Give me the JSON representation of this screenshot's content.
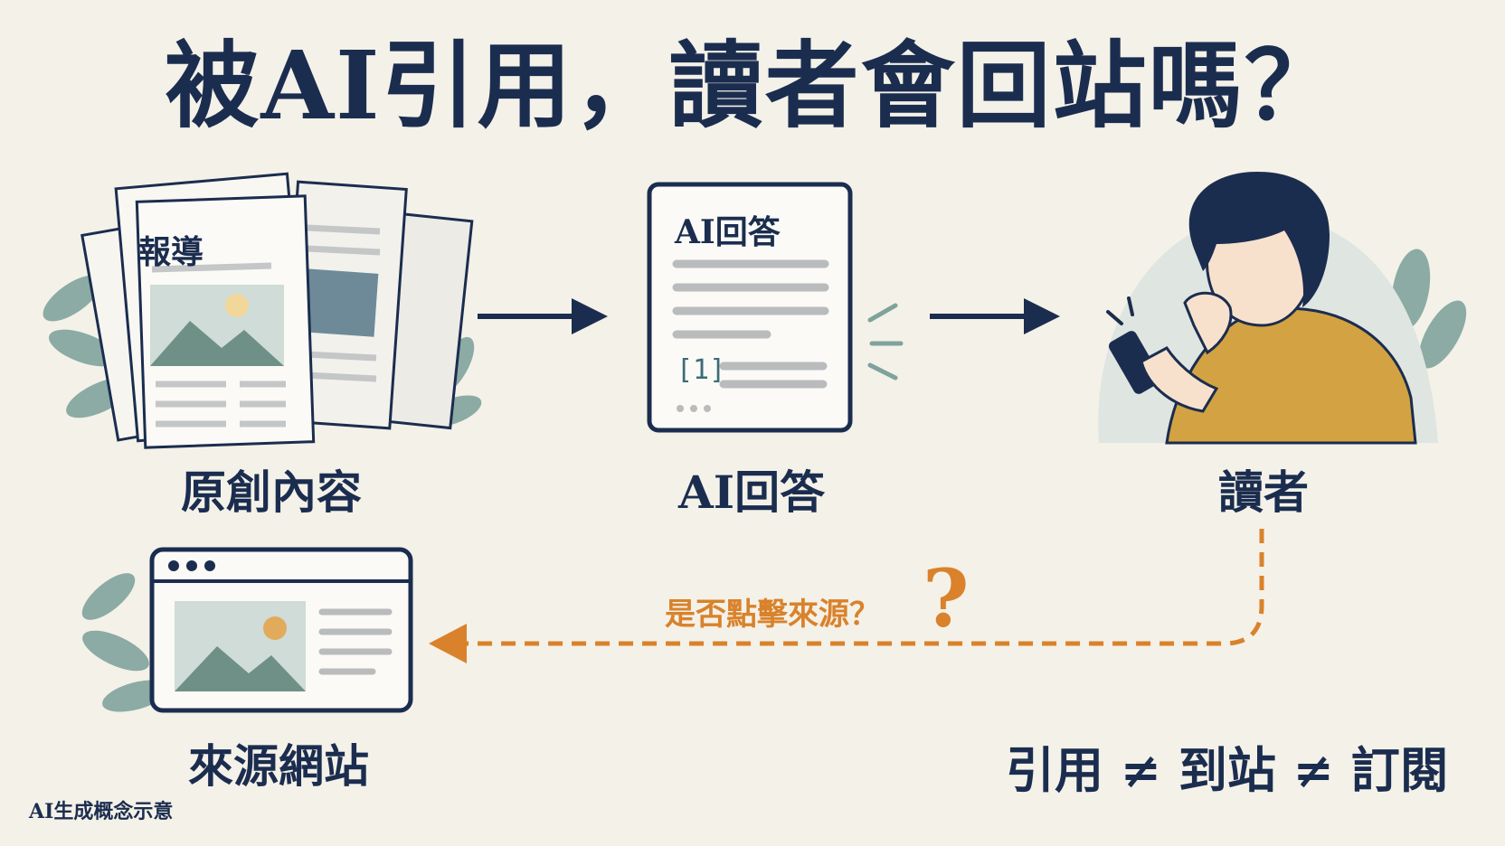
{
  "title": "被AI引用，讀者會回站嗎？",
  "nodes": {
    "original": {
      "label": "原創內容",
      "paper_heading": "報導"
    },
    "ai_answer": {
      "label": "AI回答",
      "card_heading": "AI回答",
      "citation": "[1]"
    },
    "reader": {
      "label": "讀者"
    },
    "source_site": {
      "label": "來源網站"
    }
  },
  "flow": {
    "question": "是否點擊來源？",
    "question_mark": "?"
  },
  "formula": "引用 ≠ 到站 ≠ 訂閱",
  "footnote": "AI生成概念示意",
  "colors": {
    "navy": "#1b2d4f",
    "orange": "#d9822b",
    "leaf": "#7fa39c",
    "background": "#f4f1e8"
  },
  "icons": [
    "leaf-icon",
    "newspaper-icon",
    "document-icon",
    "person-phone-icon",
    "browser-window-icon",
    "arrow-right-icon",
    "dashed-arrow-icon"
  ]
}
